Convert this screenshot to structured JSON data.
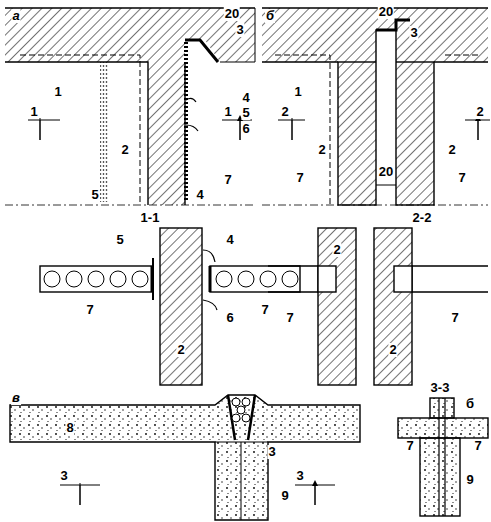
{
  "diagram": {
    "labels": [
      "а",
      "20",
      "3",
      "1",
      "4",
      "5",
      "6",
      "1",
      "2",
      "1",
      "5",
      "4",
      "7",
      "1-1",
      "б",
      "20",
      "3",
      "1",
      "2",
      "2",
      "2",
      "2",
      "20",
      "7",
      "7",
      "2-2",
      "5",
      "4",
      "7",
      "2",
      "6",
      "7",
      "2",
      "2",
      "7",
      "7",
      "в",
      "8",
      "3",
      "3",
      "3",
      "3-3",
      "б",
      "7",
      "7",
      "9",
      "9"
    ]
  }
}
